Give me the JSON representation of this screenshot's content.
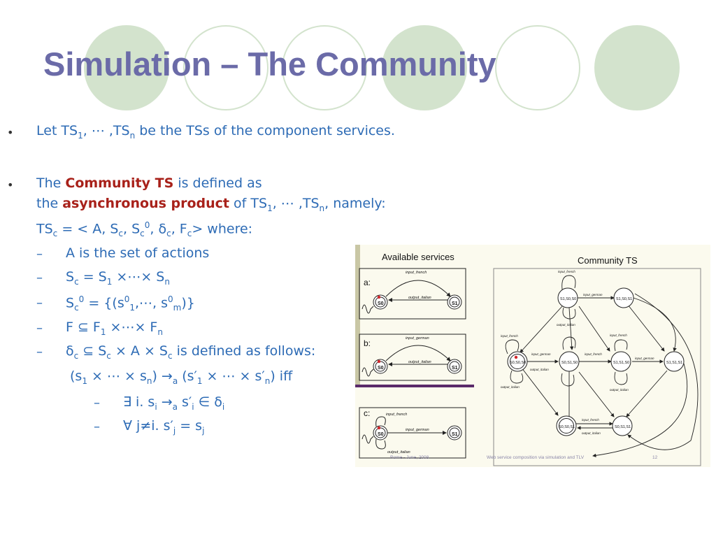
{
  "slide": {
    "title": "Simulation – The Community",
    "b1": {
      "a": "Let TS",
      "s1": "1",
      "b": ", ⋯ ,TS",
      "s2": "n",
      "c": " be the TSs of the component services."
    },
    "b2": {
      "l1a": "The ",
      "l1em": "Community TS",
      "l1b": " is defined as",
      "l2a": "the ",
      "l2em": "asynchronous product",
      "l2b": " of TS",
      "l2s1": "1",
      "l2c": ", ⋯ ,TS",
      "l2s2": "n",
      "l2d": ", namely:",
      "l3a": "TS",
      "l3s1": "c",
      "l3b": " = < A, S",
      "l3s2": "c",
      "l3c": ", S",
      "l3s3": "c",
      "l3p1": "0",
      "l3d": ", δ",
      "l3s4": "c",
      "l3e": ", F",
      "l3s5": "c",
      "l3f": "> where:"
    },
    "d1": "A is the set of actions",
    "d2": {
      "a": "S",
      "s1": "c",
      "b": " = S",
      "s2": "1",
      "c": " ×⋯× S",
      "s3": "n"
    },
    "d3": {
      "a": "S",
      "s1": "c",
      "p1": "0",
      "b": " = {(s",
      "p2": "0",
      "s2": "1",
      "c": ",⋯, s",
      "p3": "0",
      "s3": "m",
      "d": ")}"
    },
    "d4": {
      "a": "F ⊆ F",
      "s1": "1",
      "b": " ×⋯× F",
      "s2": "n"
    },
    "d5": {
      "a": "δ",
      "s1": "c",
      "b": " ⊆ S",
      "s2": "c",
      "c": " × A × S",
      "s3": "c",
      "d": " is defined as follows:"
    },
    "d5b": {
      "a": "(s",
      "s1": "1",
      "b": " × ⋯ × s",
      "s2": "n",
      "c": ") →",
      "s3": "a",
      "d": " (s′",
      "s4": "1",
      "e": " × ⋯ × s′",
      "s5": "n",
      "f": ") iff"
    },
    "dd1": {
      "a": "∃ i. s",
      "s1": "i",
      "b": " →",
      "s2": "a",
      "c": " s′",
      "s3": "i",
      "d": " ∈ δ",
      "s4": "i"
    },
    "dd2": {
      "a": "∀ j≠i. s′",
      "s1": "j",
      "b": " = s",
      "s2": "j"
    },
    "dash": "–",
    "bullet": "•"
  },
  "figure": {
    "available_title": "Available services",
    "community_title": "Community TS",
    "service_labels": [
      "a:",
      "b:",
      "c:"
    ],
    "states_services": [
      "S0",
      "S1"
    ],
    "actions": {
      "in_fr": "input_french",
      "in_de": "input_german",
      "out_it": "output_italian"
    },
    "community_states": [
      "S1,S0,S0",
      "S1,S0,S1",
      "S0,S0,S0",
      "S0,S1,S0",
      "S1,S1,S0",
      "S1,S1,S1",
      "S0,S0,S1",
      "S0,S1,S1"
    ],
    "footer_left": "Rome - June, 2008",
    "footer_center": "Web service composition via simulation and TLV",
    "footer_page": "12"
  },
  "colors": {
    "title": "#6b6ba8",
    "text": "#2d6bb5",
    "emphasis": "#a8211a",
    "circle": "#d3e3cd",
    "sidebar": "#c9c7a5",
    "divider": "#5a2a6a"
  }
}
